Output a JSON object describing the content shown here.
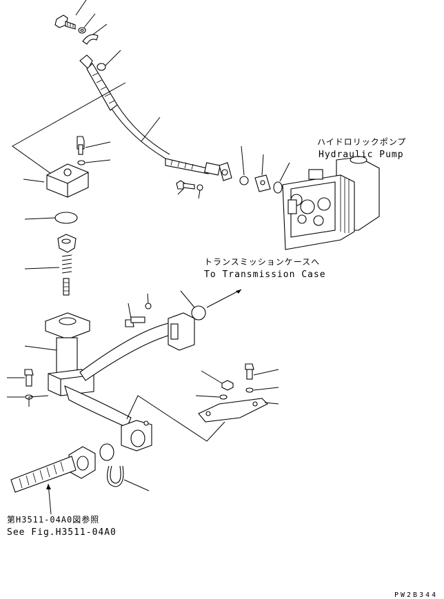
{
  "callouts": {
    "pump_jp": "ハイドロリックポンプ",
    "pump_en": "Hydraulic Pump",
    "transmission_jp": "トランスミッションケースへ",
    "transmission_en": "To Transmission Case",
    "see_fig_jp": "第H3511-04A0図参照",
    "see_fig_en": "See Fig.H3511-04A0"
  },
  "drawing_code": "PW2B344"
}
